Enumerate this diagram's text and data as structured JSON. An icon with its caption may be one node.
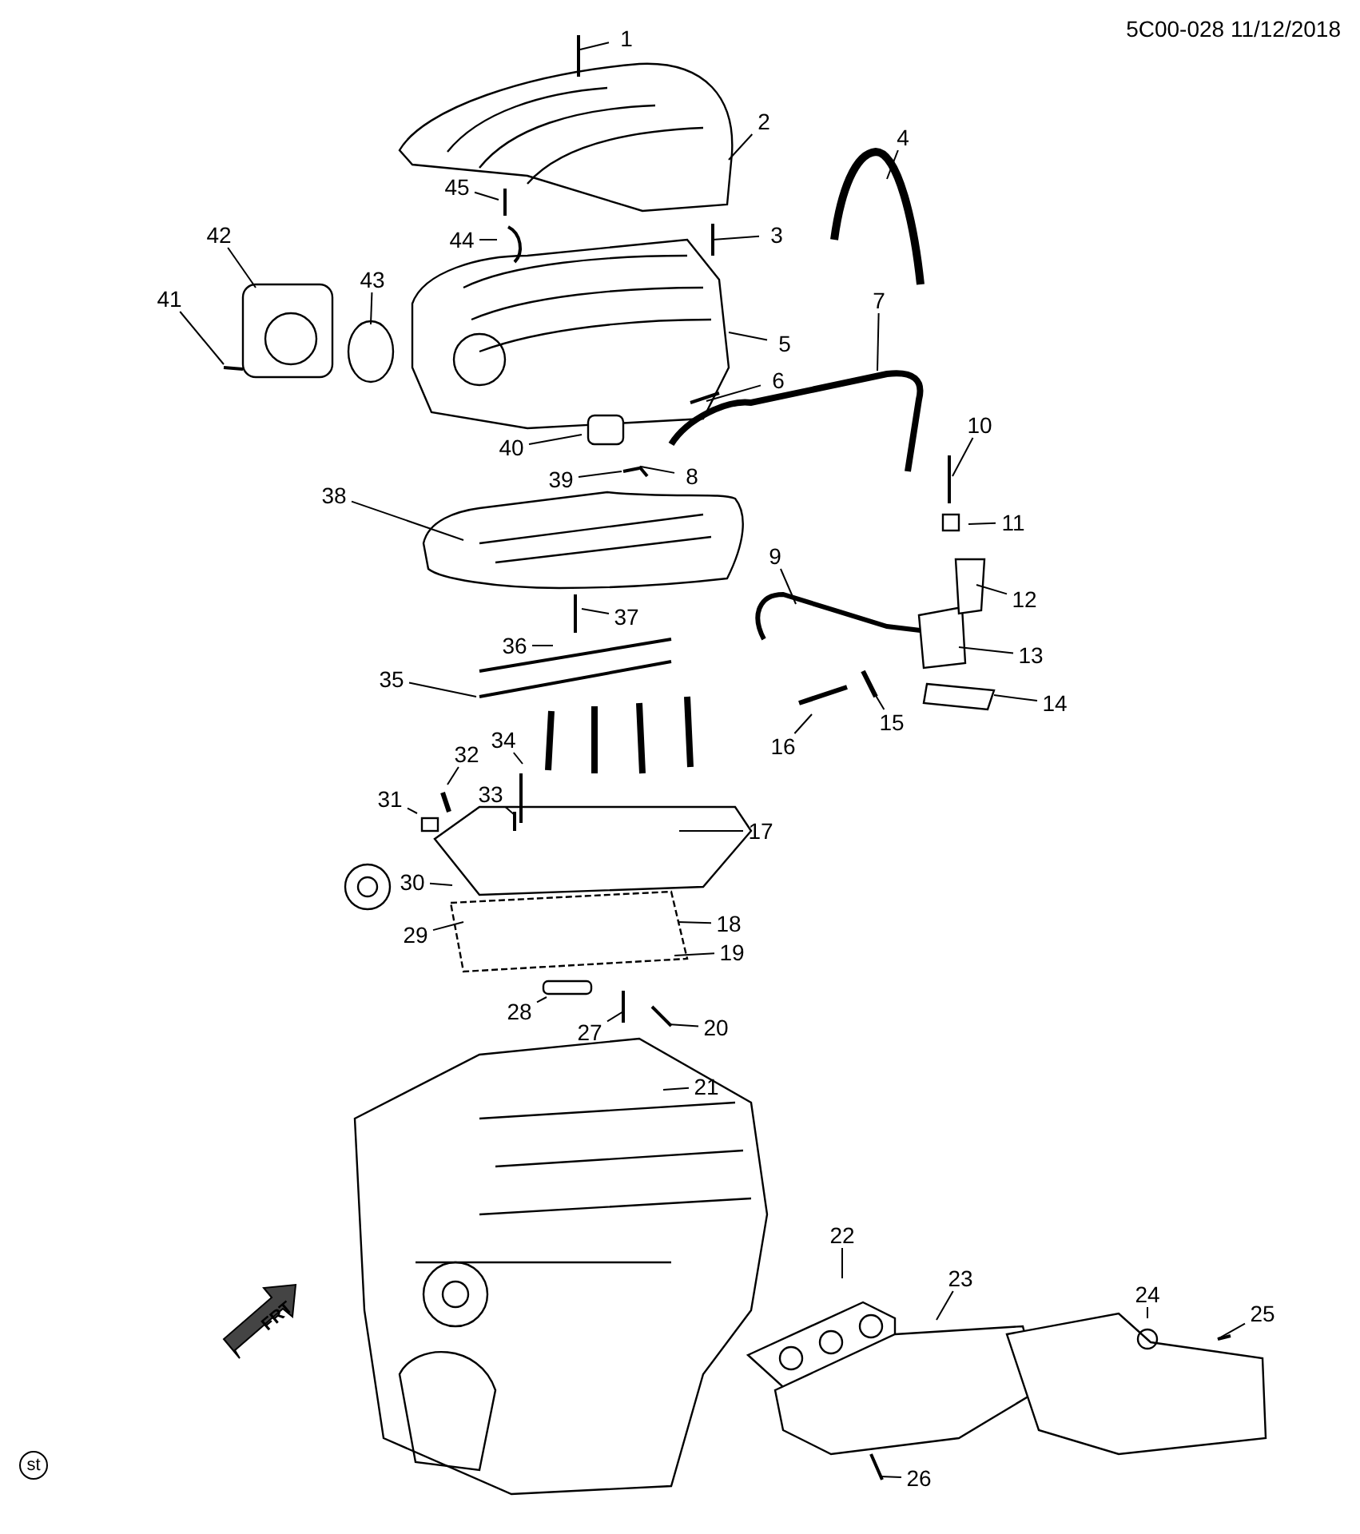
{
  "diagram": {
    "nodes": [
      {
        "text": [
          "1"
        ]
      },
      {
        "text": [
          "2"
        ]
      },
      {
        "text": [
          "3"
        ]
      },
      {
        "text": [
          "4"
        ]
      },
      {
        "text": [
          "5"
        ]
      },
      {
        "text": [
          "6"
        ]
      },
      {
        "text": [
          "7"
        ]
      },
      {
        "text": [
          "8"
        ]
      },
      {
        "text": [
          "9"
        ]
      },
      {
        "text": [
          "10"
        ]
      },
      {
        "text": [
          "11"
        ]
      },
      {
        "text": [
          "12"
        ]
      },
      {
        "text": [
          "13"
        ]
      },
      {
        "text": [
          "14"
        ]
      },
      {
        "text": [
          "15"
        ]
      },
      {
        "text": [
          "16"
        ]
      },
      {
        "text": [
          "17"
        ]
      },
      {
        "text": [
          "18"
        ]
      },
      {
        "text": [
          "19"
        ]
      },
      {
        "text": [
          "20"
        ]
      },
      {
        "text": [
          "21"
        ]
      },
      {
        "text": [
          "22"
        ]
      },
      {
        "text": [
          "23"
        ]
      },
      {
        "text": [
          "24"
        ]
      },
      {
        "text": [
          "25"
        ]
      },
      {
        "text": [
          "26"
        ]
      },
      {
        "text": [
          "27"
        ]
      },
      {
        "text": [
          "28"
        ]
      },
      {
        "text": [
          "29"
        ]
      },
      {
        "text": [
          "30"
        ]
      },
      {
        "text": [
          "31"
        ]
      },
      {
        "text": [
          "32"
        ]
      },
      {
        "text": [
          "33"
        ]
      },
      {
        "text": [
          "34"
        ]
      },
      {
        "text": [
          "35"
        ]
      },
      {
        "text": [
          "36"
        ]
      },
      {
        "text": [
          "37"
        ]
      },
      {
        "text": [
          "38"
        ]
      },
      {
        "text": [
          "39"
        ]
      },
      {
        "text": [
          "40"
        ]
      },
      {
        "text": [
          "41"
        ]
      },
      {
        "text": [
          "42"
        ]
      },
      {
        "text": [
          "43"
        ]
      },
      {
        "text": [
          "44"
        ]
      },
      {
        "text": [
          "45"
        ]
      }
    ],
    "edges": [
      {
        "from": 0,
        "to": null,
        "arrow": "none"
      },
      {
        "from": 1,
        "to": null,
        "arrow": "none"
      },
      {
        "from": 2,
        "to": null,
        "arrow": "none"
      },
      {
        "from": 3,
        "to": null,
        "arrow": "none"
      },
      {
        "from": 4,
        "to": null,
        "arrow": "none"
      },
      {
        "from": 5,
        "to": null,
        "arrow": "none"
      },
      {
        "from": 6,
        "to": null,
        "arrow": "none"
      },
      {
        "from": 7,
        "to": null,
        "arrow": "none"
      },
      {
        "from": 8,
        "to": null,
        "arrow": "none"
      },
      {
        "from": 9,
        "to": null,
        "arrow": "none"
      },
      {
        "from": 10,
        "to": null,
        "arrow": "none"
      },
      {
        "from": 11,
        "to": null,
        "arrow": "none"
      },
      {
        "from": 12,
        "to": null,
        "arrow": "none"
      },
      {
        "from": 13,
        "to": null,
        "arrow": "none"
      },
      {
        "from": 14,
        "to": null,
        "arrow": "none"
      },
      {
        "from": 15,
        "to": null,
        "arrow": "none"
      },
      {
        "from": 16,
        "to": null,
        "arrow": "none"
      },
      {
        "from": 17,
        "to": null,
        "arrow": "none"
      },
      {
        "from": 18,
        "to": null,
        "arrow": "none"
      },
      {
        "from": 19,
        "to": null,
        "arrow": "none"
      },
      {
        "from": 20,
        "to": null,
        "arrow": "none"
      },
      {
        "from": 21,
        "to": null,
        "arrow": "none"
      },
      {
        "from": 22,
        "to": null,
        "arrow": "none"
      },
      {
        "from": 23,
        "to": null,
        "arrow": "none"
      },
      {
        "from": 24,
        "to": null,
        "arrow": "none"
      },
      {
        "from": 25,
        "to": null,
        "arrow": "none"
      },
      {
        "from": 26,
        "to": null,
        "arrow": "none"
      },
      {
        "from": 27,
        "to": null,
        "arrow": "none"
      },
      {
        "from": 28,
        "to": null,
        "arrow": "none"
      },
      {
        "from": 29,
        "to": null,
        "arrow": "none"
      },
      {
        "from": 30,
        "to": null,
        "arrow": "none"
      },
      {
        "from": 31,
        "to": null,
        "arrow": "none"
      },
      {
        "from": 32,
        "to": null,
        "arrow": "none"
      },
      {
        "from": 33,
        "to": null,
        "arrow": "none"
      },
      {
        "from": 34,
        "to": null,
        "arrow": "none"
      },
      {
        "from": 35,
        "to": null,
        "arrow": "none"
      },
      {
        "from": 36,
        "to": null,
        "arrow": "none"
      },
      {
        "from": 37,
        "to": null,
        "arrow": "none"
      },
      {
        "from": 38,
        "to": null,
        "arrow": "none"
      },
      {
        "from": 39,
        "to": null,
        "arrow": "none"
      },
      {
        "from": 40,
        "to": null,
        "arrow": "none"
      },
      {
        "from": 41,
        "to": null,
        "arrow": "none"
      },
      {
        "from": 42,
        "to": null,
        "arrow": "none"
      },
      {
        "from": 43,
        "to": null,
        "arrow": "none"
      },
      {
        "from": 44,
        "to": null,
        "arrow": "none"
      }
    ],
    "labels": [
      "5C00-028 11/12/2018",
      "FRT",
      "st"
    ]
  }
}
